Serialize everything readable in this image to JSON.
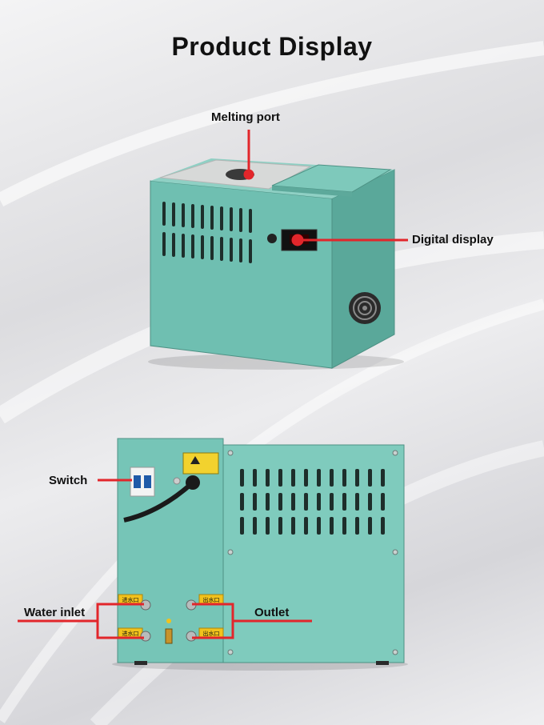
{
  "title": "Product Display",
  "labels": {
    "melting_port": "Melting port",
    "digital_display": "Digital display",
    "switch": "Switch",
    "water_inlet": "Water inlet",
    "outlet": "Outlet"
  },
  "plate_text": {
    "inlet_top": "进水口",
    "inlet_bottom": "进水口",
    "outlet_top": "出水口",
    "outlet_bottom": "出水口"
  },
  "colors": {
    "device_body": "#6fbfb1",
    "callout_line": "#e2262b"
  }
}
